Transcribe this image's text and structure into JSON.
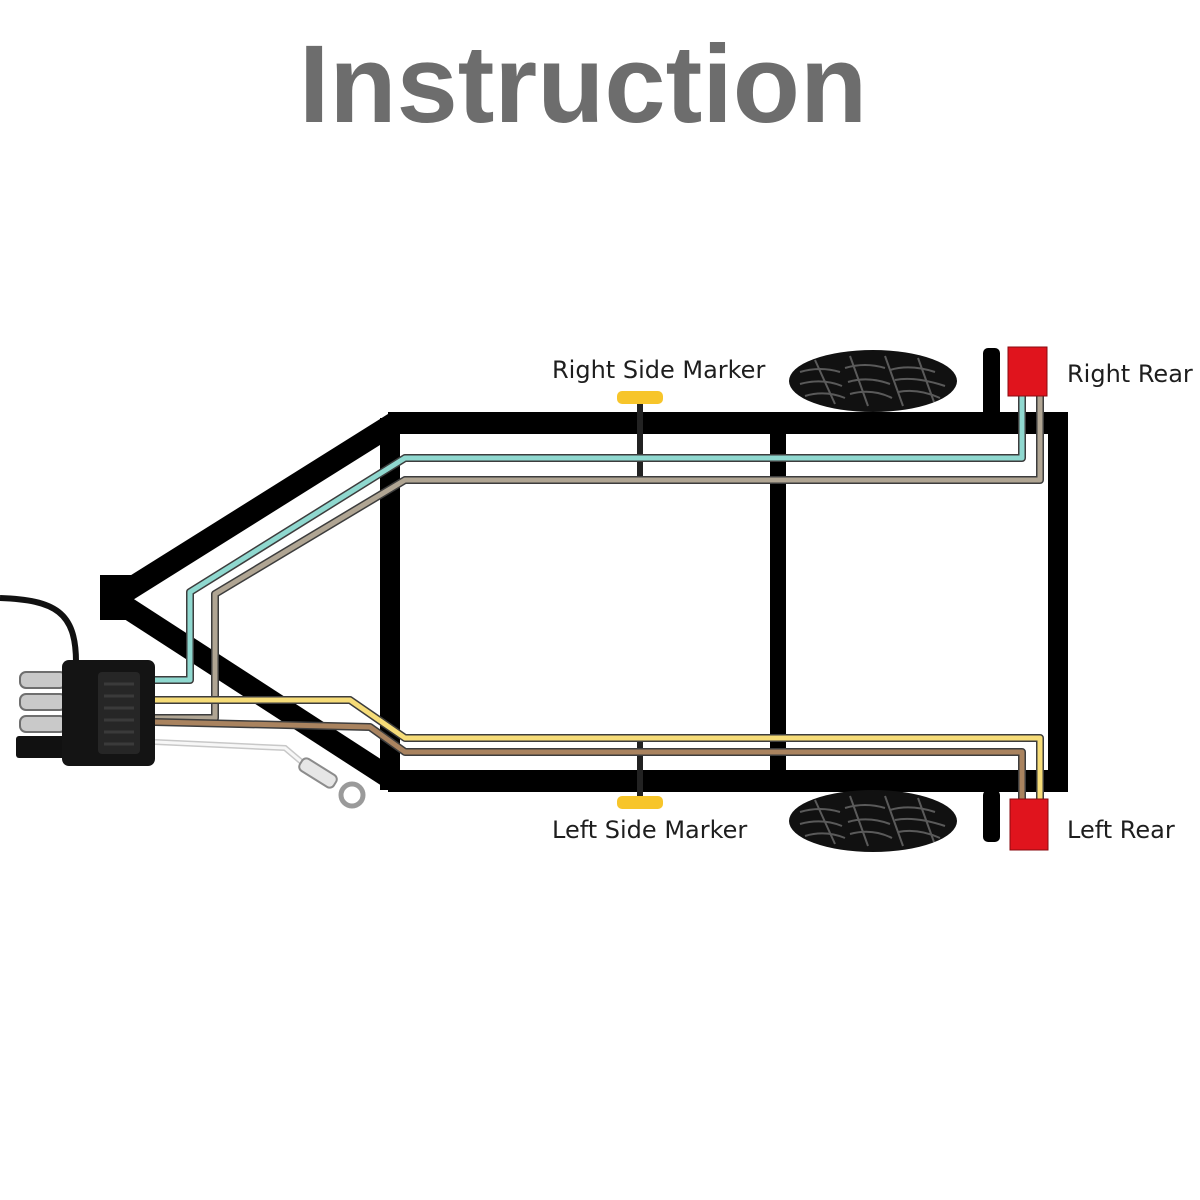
{
  "title": "Instruction",
  "labels": {
    "right_side_marker": "Right Side Marker",
    "right_rear": "Right Rear",
    "left_side_marker": "Left Side Marker",
    "left_rear": "Left Rear"
  },
  "colors": {
    "frame": "#000000",
    "title": "#6d6d6d",
    "tail_light": "#e0141d",
    "side_marker": "#f7c52a",
    "wire_green": "#8fd8cf",
    "wire_gray": "#b0a593",
    "wire_yellow": "#f6dc78",
    "wire_brown": "#a9835f",
    "wire_white": "#f2f2f2"
  }
}
